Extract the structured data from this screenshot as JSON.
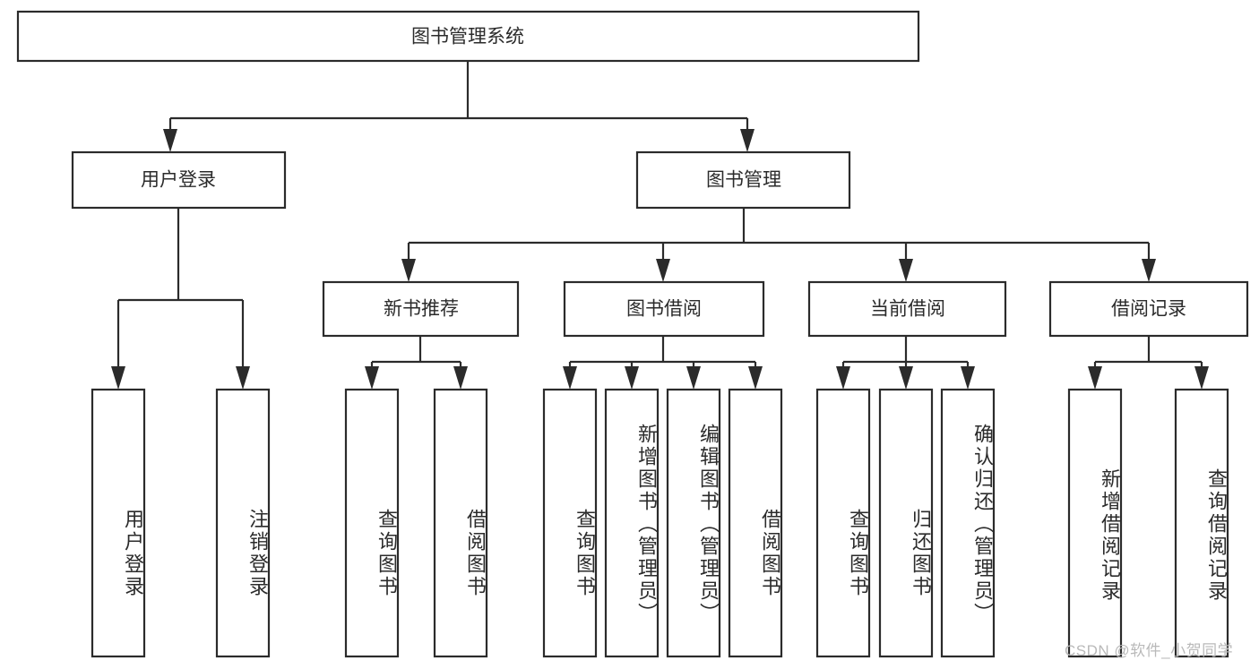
{
  "diagram": {
    "title": "图书管理系统",
    "type": "tree-hierarchy-diagram",
    "root": {
      "label": "图书管理系统"
    },
    "level2": [
      {
        "label": "用户登录"
      },
      {
        "label": "图书管理"
      }
    ],
    "level3": [
      {
        "label": "新书推荐"
      },
      {
        "label": "图书借阅"
      },
      {
        "label": "当前借阅"
      },
      {
        "label": "借阅记录"
      }
    ],
    "leaves": {
      "user_login": [
        {
          "label": "用户登录"
        },
        {
          "label": "注销登录"
        }
      ],
      "new_book_recommend": [
        {
          "label": "查询图书"
        },
        {
          "label": "借阅图书"
        }
      ],
      "book_borrow": [
        {
          "label": "查询图书"
        },
        {
          "label": "新增图书（管理员）"
        },
        {
          "label": "编辑图书（管理员）"
        },
        {
          "label": "借阅图书"
        }
      ],
      "current_borrow": [
        {
          "label": "查询图书"
        },
        {
          "label": "归还图书"
        },
        {
          "label": "确认归还（管理员）"
        }
      ],
      "borrow_record": [
        {
          "label": "新增借阅记录"
        },
        {
          "label": "查询借阅记录"
        }
      ]
    },
    "watermark": "CSDN @软件_小贺同学",
    "colors": {
      "stroke": "#2b2b2b",
      "fill": "#ffffff",
      "text": "#2b2b2b",
      "watermark": "#b9b9b9"
    }
  }
}
